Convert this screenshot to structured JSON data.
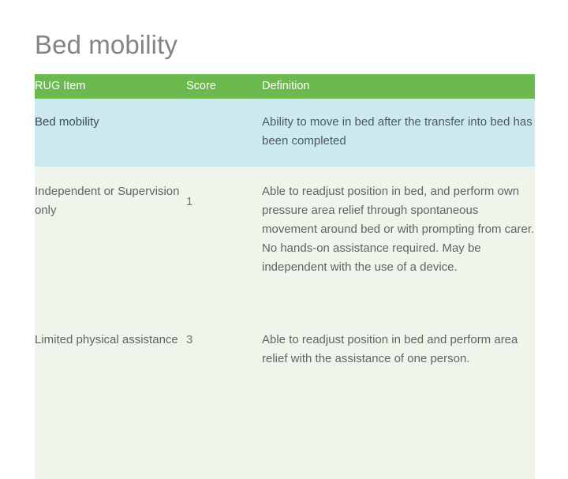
{
  "slide": {
    "title": "Bed mobility",
    "title_color": "#848484",
    "background": "#ffffff"
  },
  "theme": {
    "header_bg": "#6cb94f",
    "header_text": "#ffffff",
    "summary_row_bg": "#cbe9ee",
    "detail_row_bg": "#eff5ea",
    "body_text": "#636363",
    "summary_text": "#3d4c55"
  },
  "table": {
    "columns": [
      {
        "key": "item",
        "label": "RUG Item"
      },
      {
        "key": "score",
        "label": "Score"
      },
      {
        "key": "definition",
        "label": "Definition"
      }
    ],
    "rows": [
      {
        "type": "summary",
        "item": "Bed mobility",
        "score": "",
        "definition": "Ability to move in bed after the transfer into bed has been completed"
      },
      {
        "type": "detail",
        "item": "Independent or Supervision only",
        "score": "1",
        "definition": "Able to readjust position in bed, and perform own pressure area relief through spontaneous movement around bed or with prompting from carer. No hands-on assistance required. May be independent with the use of a device."
      },
      {
        "type": "detail",
        "item": "Limited physical assistance",
        "score": "3",
        "definition": "Able to readjust position in bed and perform area relief with the assistance of one person."
      }
    ]
  }
}
